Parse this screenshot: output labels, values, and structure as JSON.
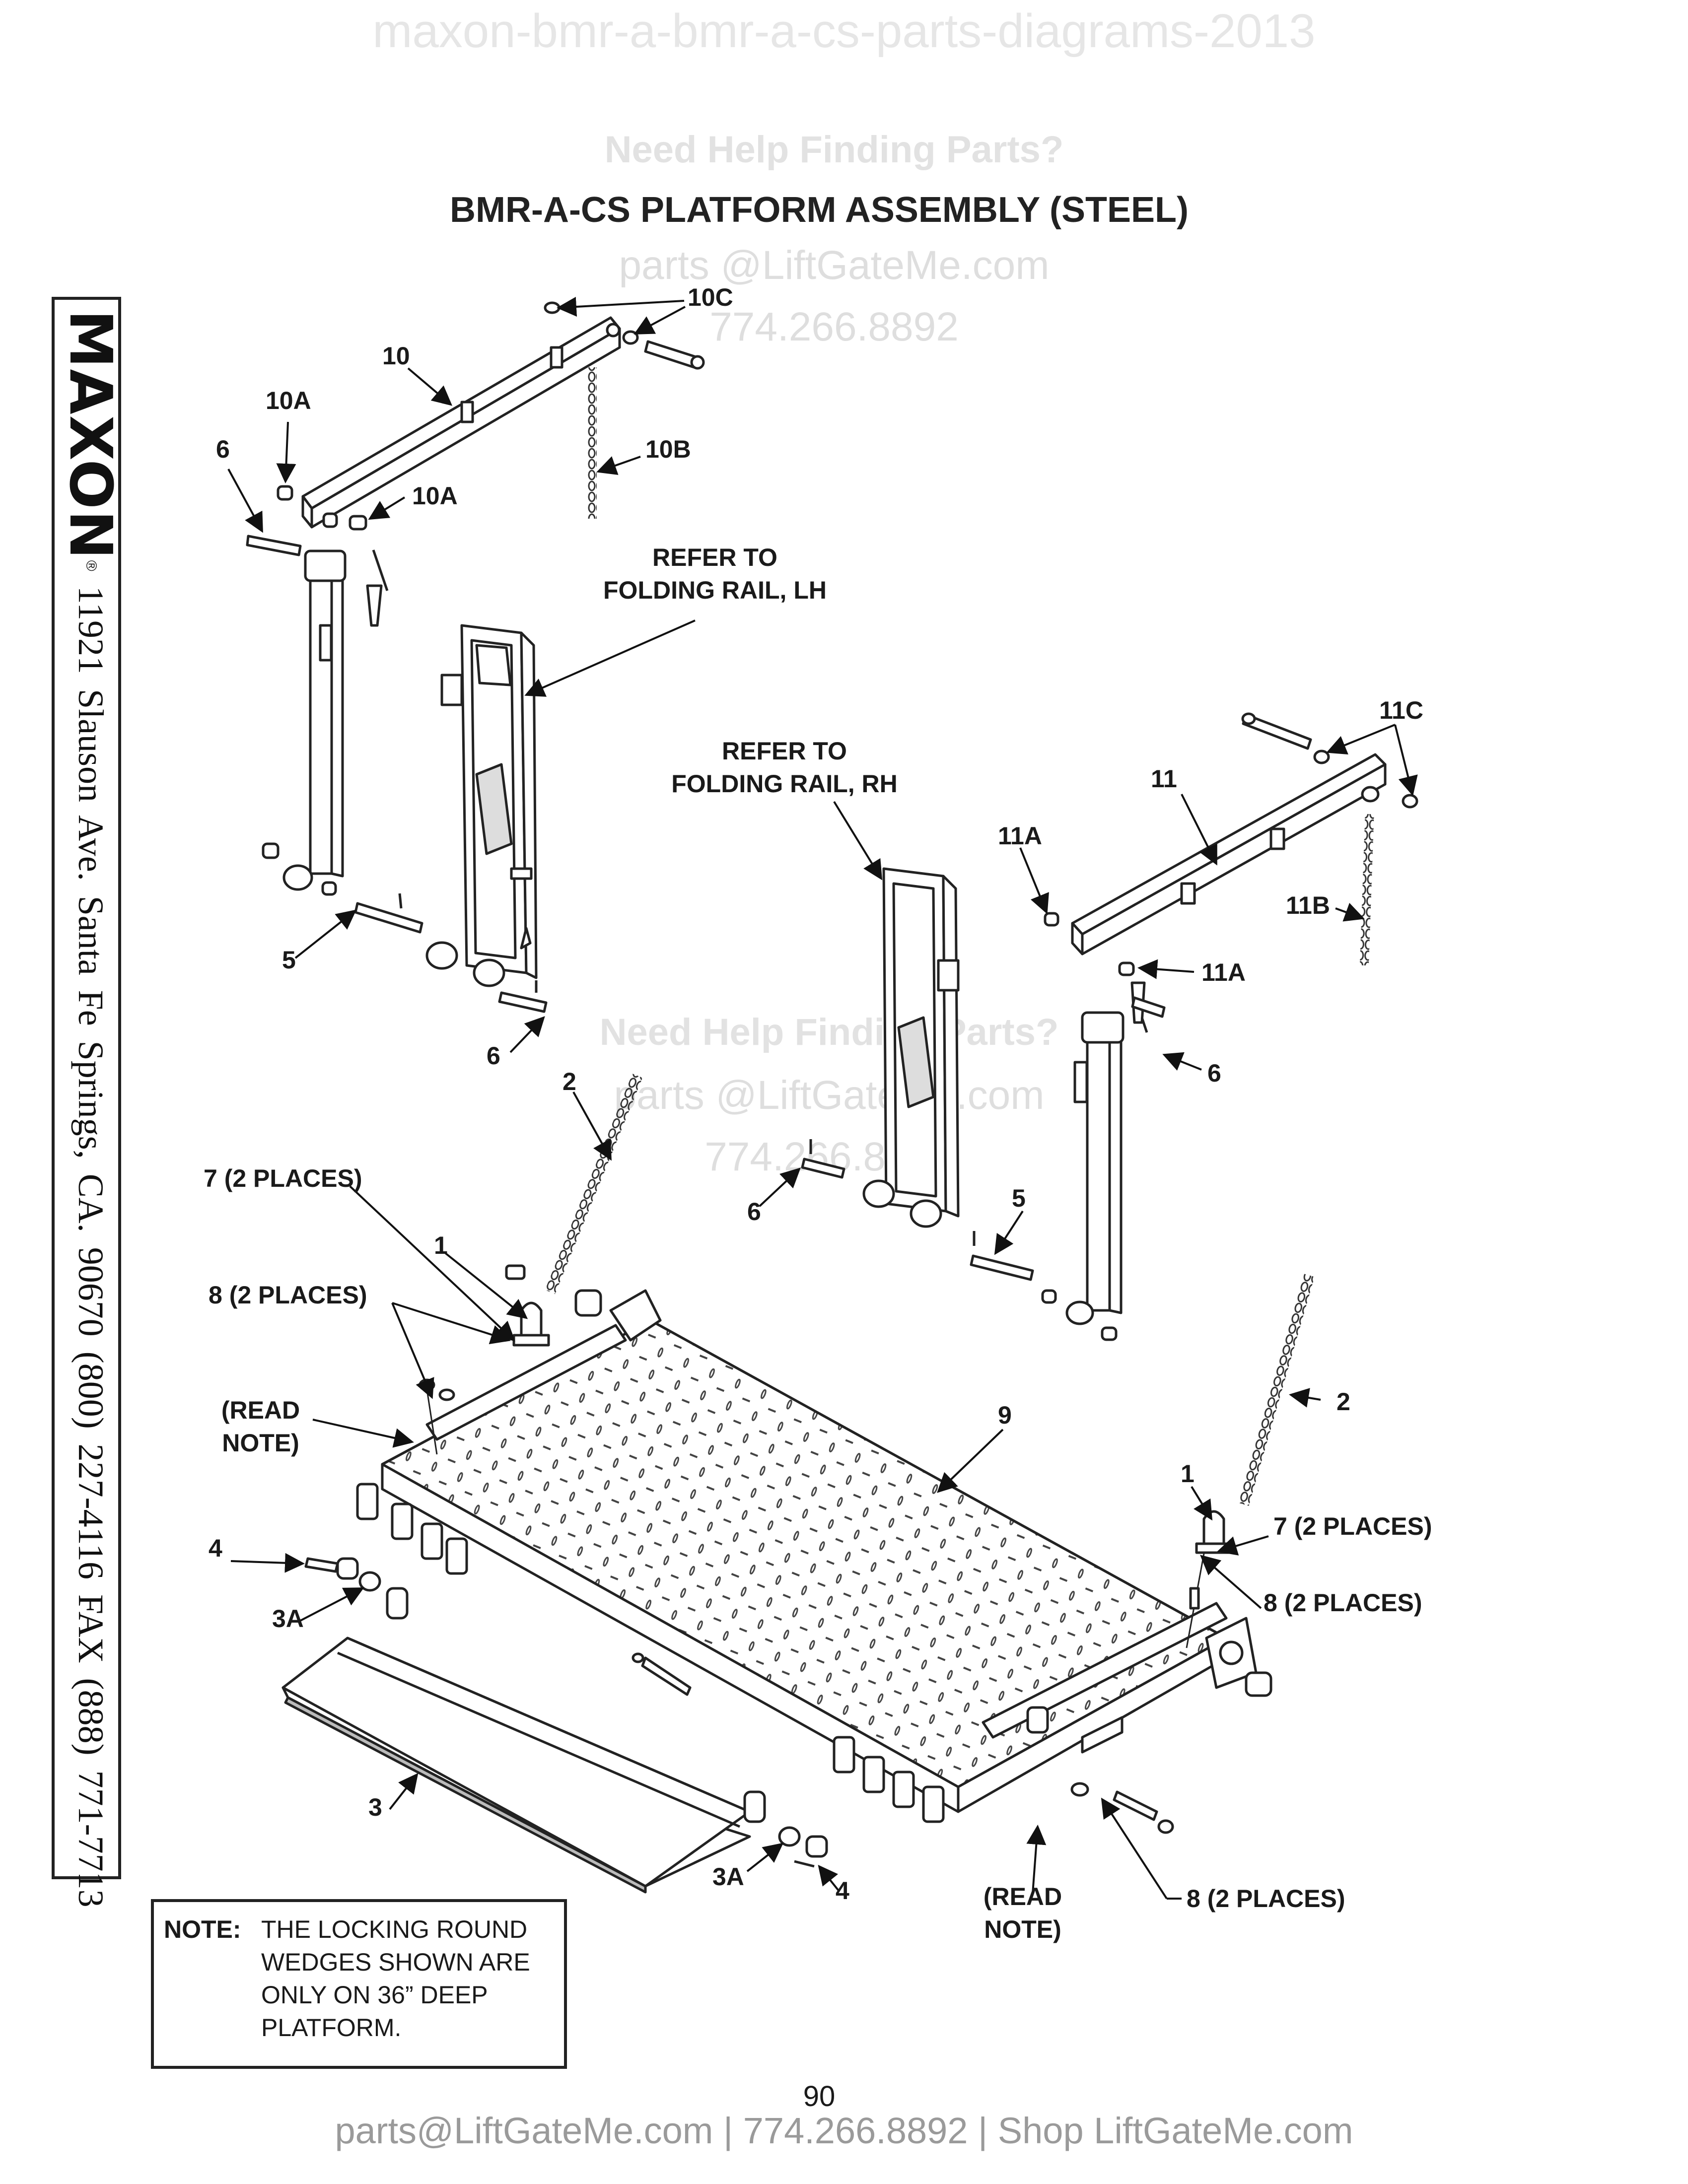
{
  "watermarks": {
    "top": "maxon-bmr-a-bmr-a-cs-parts-diagrams-2013",
    "help": "Need Help Finding Parts?",
    "email": "parts @LiftGateMe.com",
    "phone": "774.266.8892"
  },
  "title": "BMR-A-CS PLATFORM ASSEMBLY (STEEL)",
  "sidebar": {
    "logo": "MAXON",
    "registered": "®",
    "address": "11921 Slauson Ave.  Santa Fe Springs, CA.  90670  (800) 227-4116  FAX (888) 771-7713"
  },
  "callouts": {
    "c10C": "10C",
    "c10": "10",
    "c10A_top": "10A",
    "c10A_mid": "10A",
    "c10B": "10B",
    "c6_top": "6",
    "ref_lh": "REFER TO\nFOLDING RAIL, LH",
    "ref_rh": "REFER TO\nFOLDING RAIL, RH",
    "c11C": "11C",
    "c11": "11",
    "c11A_left": "11A",
    "c11A_right": "11A",
    "c11B": "11B",
    "c5_left": "5",
    "c6_mid": "6",
    "c6_right": "6",
    "c2_left": "2",
    "c6_lower": "6",
    "c5_right": "5",
    "c7_left": "7 (2 PLACES)",
    "c1_left": "1",
    "c8_left": "8 (2 PLACES)",
    "read_note_left": "(READ\nNOTE)",
    "c9": "9",
    "c2_right": "2",
    "c1_right": "1",
    "c7_right": "7 (2 PLACES)",
    "c8_right": "8 (2 PLACES)",
    "c4_left": "4",
    "c3A_left": "3A",
    "c3": "3",
    "c3A_right": "3A",
    "c4_right": "4",
    "read_note_right": "(READ\nNOTE)",
    "c8_bottom": "8 (2 PLACES)"
  },
  "note": {
    "heading": "NOTE:",
    "lines": [
      "THE LOCKING ROUND",
      "WEDGES SHOWN ARE",
      "ONLY ON 36” DEEP",
      "PLATFORM."
    ]
  },
  "page_number": "90",
  "footer": "parts@LiftGateMe.com | 774.266.8892 | Shop LiftGateMe.com"
}
